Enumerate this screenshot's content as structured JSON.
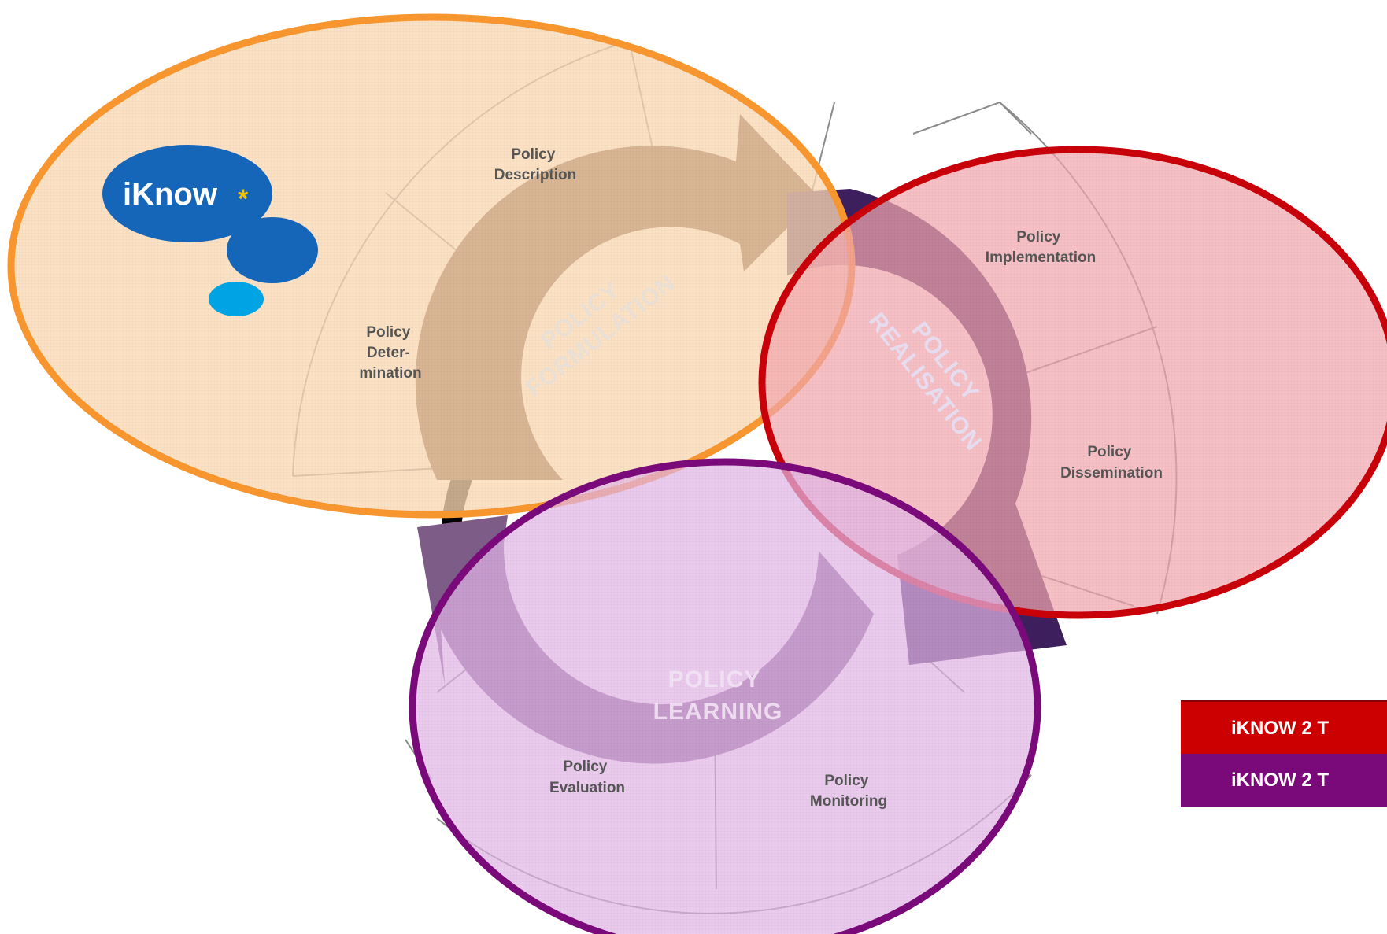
{
  "logo": {
    "text": "iKnow",
    "star": "*"
  },
  "segments": {
    "description": [
      "Policy",
      "Description"
    ],
    "determination": [
      "Policy",
      "Deter-",
      "mination"
    ],
    "implementation": [
      "Policy",
      "Implementation"
    ],
    "dissemination": [
      "Policy",
      "Dissemination"
    ],
    "evaluation": [
      "Policy",
      "Evaluation"
    ],
    "monitoring": [
      "Policy",
      "Monitoring"
    ]
  },
  "cycle": {
    "formulation": [
      "POLICY",
      "FORMULATION"
    ],
    "realisation": [
      "POLICY",
      "REALISATION"
    ],
    "learning": [
      "POLICY",
      "LEARNING"
    ]
  },
  "legend": [
    {
      "label": "iKNOW 2 T",
      "color": "#cc0000"
    },
    {
      "label": "iKNOW 2 T",
      "color": "#7a0a7a"
    }
  ],
  "colors": {
    "orange": "#f7952e",
    "red": "#c8000a",
    "purple": "#7a0a7a",
    "formulation_arrow": "#5a3a22",
    "realisation_arrow": "#4b1f6a",
    "learning_arrow": "#8a6a95"
  }
}
